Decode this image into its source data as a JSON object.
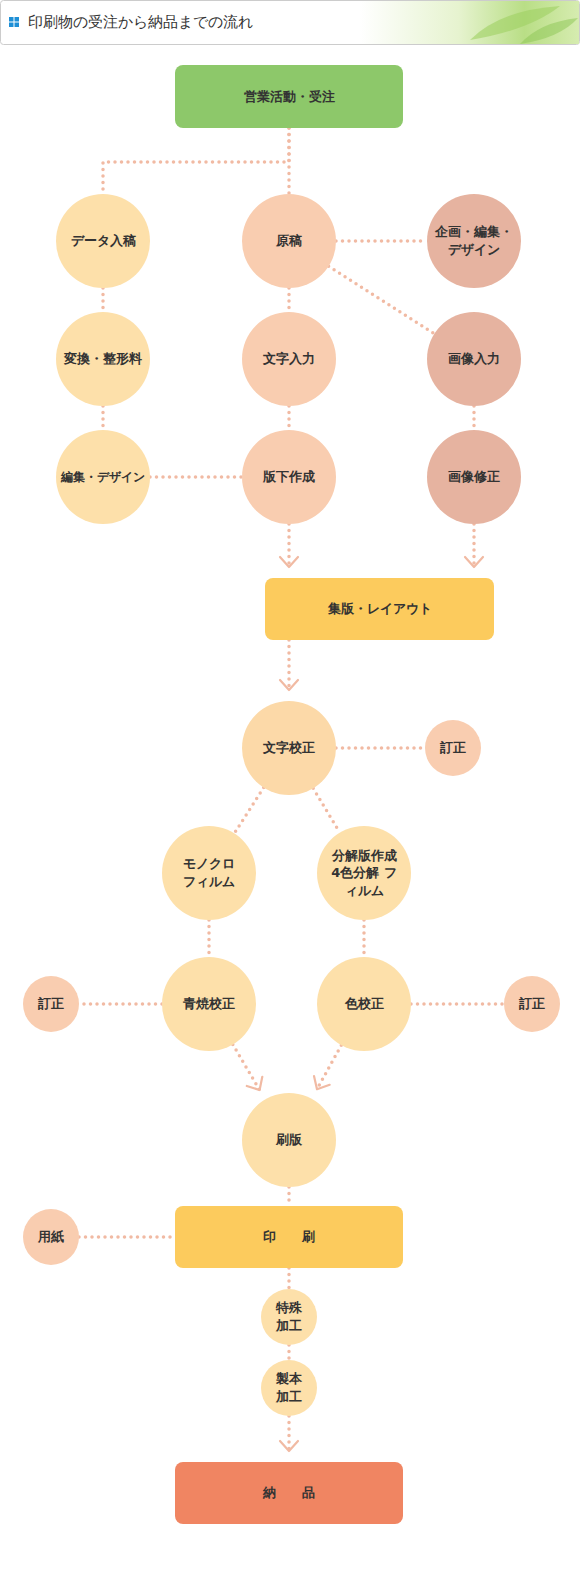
{
  "diagram": {
    "title": "印刷物の受注から納品までの流れ",
    "nodes": [
      {
        "text": [
          "営業活動・受注"
        ]
      },
      {
        "text": [
          "データ入稿"
        ]
      },
      {
        "text": [
          "原稿"
        ]
      },
      {
        "text": [
          "企画・編集・デザイン"
        ]
      },
      {
        "text": [
          "変換・整形料"
        ]
      },
      {
        "text": [
          "文字入力"
        ]
      },
      {
        "text": [
          "画像入力"
        ]
      },
      {
        "text": [
          "編集・デザイン"
        ]
      },
      {
        "text": [
          "版下作成"
        ]
      },
      {
        "text": [
          "画像修正"
        ]
      },
      {
        "text": [
          "集版・レイアウト"
        ]
      },
      {
        "text": [
          "文字校正"
        ]
      },
      {
        "text": [
          "訂正"
        ]
      },
      {
        "text": [
          "モノクロ フィルム"
        ]
      },
      {
        "text": [
          "分解版作成 4色分解 フィルム"
        ]
      },
      {
        "text": [
          "訂正"
        ]
      },
      {
        "text": [
          "青焼校正"
        ]
      },
      {
        "text": [
          "色校正"
        ]
      },
      {
        "text": [
          "訂正"
        ]
      },
      {
        "text": [
          "刷版"
        ]
      },
      {
        "text": [
          "用紙"
        ]
      },
      {
        "text": [
          "印　　刷"
        ]
      },
      {
        "text": [
          "特殊 加工"
        ]
      },
      {
        "text": [
          "製本 加工"
        ]
      },
      {
        "text": [
          "納　　品"
        ]
      }
    ],
    "edges": [
      {
        "from": 0,
        "to": 1,
        "arrow": "none"
      },
      {
        "from": 0,
        "to": 2,
        "arrow": "none"
      },
      {
        "from": 1,
        "to": 4,
        "arrow": "none"
      },
      {
        "from": 4,
        "to": 7,
        "arrow": "none"
      },
      {
        "from": 2,
        "to": 5,
        "arrow": "none"
      },
      {
        "from": 5,
        "to": 8,
        "arrow": "none"
      },
      {
        "from": 2,
        "to": 3,
        "arrow": "none"
      },
      {
        "from": 2,
        "to": 6,
        "arrow": "none"
      },
      {
        "from": 6,
        "to": 9,
        "arrow": "none"
      },
      {
        "from": 7,
        "to": 8,
        "arrow": "none"
      },
      {
        "from": 8,
        "to": 10,
        "arrow": "to"
      },
      {
        "from": 9,
        "to": 10,
        "arrow": "to"
      },
      {
        "from": 10,
        "to": 11,
        "arrow": "to"
      },
      {
        "from": 11,
        "to": 12,
        "arrow": "none"
      },
      {
        "from": 11,
        "to": 13,
        "arrow": "none"
      },
      {
        "from": 11,
        "to": 14,
        "arrow": "none"
      },
      {
        "from": 13,
        "to": 16,
        "arrow": "none"
      },
      {
        "from": 14,
        "to": 17,
        "arrow": "none"
      },
      {
        "from": 16,
        "to": 15,
        "arrow": "none"
      },
      {
        "from": 17,
        "to": 18,
        "arrow": "none"
      },
      {
        "from": 16,
        "to": 19,
        "arrow": "to"
      },
      {
        "from": 17,
        "to": 19,
        "arrow": "to"
      },
      {
        "from": 19,
        "to": 21,
        "arrow": "none"
      },
      {
        "from": 20,
        "to": 21,
        "arrow": "none"
      },
      {
        "from": 21,
        "to": 22,
        "arrow": "none"
      },
      {
        "from": 22,
        "to": 23,
        "arrow": "none"
      },
      {
        "from": 23,
        "to": 24,
        "arrow": "to"
      }
    ]
  }
}
